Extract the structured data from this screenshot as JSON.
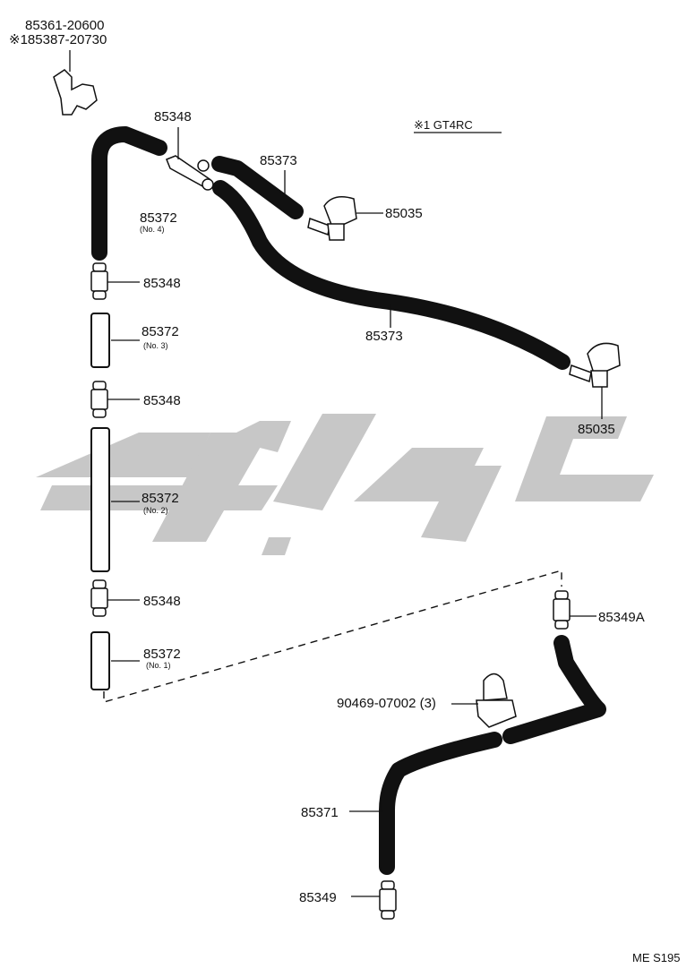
{
  "diagram": {
    "top_part_numbers": [
      "85361-20600",
      "※185387-20730"
    ],
    "variant_note": "※1 GT4RC",
    "callouts": {
      "joint_top": "85348",
      "hose_no4": "85372",
      "hose_no4_sub": "(No. 4)",
      "joint_a": "85348",
      "hose_no3": "85372",
      "hose_no3_sub": "(No. 3)",
      "joint_b": "85348",
      "hose_no2": "85372",
      "hose_no2_sub": "(No. 2)",
      "joint_c": "85348",
      "hose_no1": "85372",
      "hose_no1_sub": "(No. 1)",
      "hose_upper": "85373",
      "hose_long": "85373",
      "nozzle_1": "85035",
      "nozzle_2": "85035",
      "clip": "90469-07002  (3)",
      "joint_85349a": "85349A",
      "hose_85371": "85371",
      "joint_85349": "85349"
    },
    "figure_code": "ME S195"
  }
}
